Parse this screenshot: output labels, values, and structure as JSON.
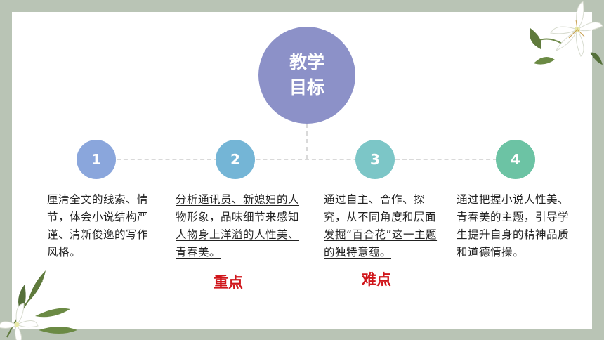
{
  "center": {
    "line1": "教学",
    "line2": "目标",
    "color": "#8c91c8"
  },
  "goals": [
    {
      "number": "1",
      "color": "#8aa6dc",
      "text": "厘清全文的线索、情节，体会小说结构严谨、清新俊逸的写作风格。"
    },
    {
      "number": "2",
      "color": "#74b5d6",
      "text": "分析通讯员、新媳妇的人物形象，品味细节来感知人物身上洋溢的人性美、青春美。",
      "tag": "重点"
    },
    {
      "number": "3",
      "color": "#7cc6c7",
      "text_plain": "通过自主、合作、探究，",
      "text_underlined": "从不同角度和层面发掘“百合花”这一主题的独特意蕴。",
      "tag": "难点"
    },
    {
      "number": "4",
      "color": "#6cc3a4",
      "text": "通过把握小说人性美、青春美的主题，引导学生提升自身的精神品质和道德情操。"
    }
  ],
  "tag_color": "#d0161b",
  "decorations": [
    "lily-flower-top-right",
    "lily-flower-bottom-left"
  ]
}
